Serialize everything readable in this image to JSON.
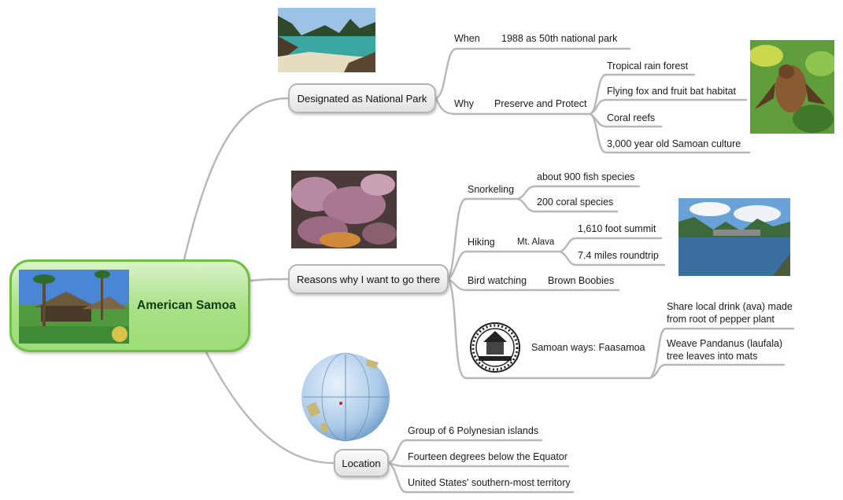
{
  "central": {
    "title": "American Samoa",
    "image": "resort-huts-photo"
  },
  "branches": {
    "park": {
      "label": "Designated as National Park",
      "image": "beach-cove-photo",
      "when_label": "When",
      "when_value": "1988 as 50th national park",
      "why_label": "Why",
      "why_value": "Preserve and Protect",
      "why_items": [
        "Tropical rain forest",
        "Flying fox and fruit bat habitat",
        "Coral reefs",
        "3,000 year old Samoan culture"
      ],
      "side_image": "fruit-bat-photo"
    },
    "reasons": {
      "label": "Reasons why I want to go there",
      "image": "coral-reef-photo",
      "snorkeling_label": "Snorkeling",
      "snorkeling_items": [
        "about 900 fish species",
        "200 coral species"
      ],
      "hiking_label": "Hiking",
      "hiking_sub": "Mt. Alava",
      "hiking_items": [
        "1,610 foot summit",
        "7.4 miles roundtrip"
      ],
      "harbor_image": "harbor-mountains-photo",
      "birds_label": "Bird watching",
      "birds_value": "Brown Boobies",
      "ways_label": "Samoan ways: Faasamoa",
      "ways_image": "american-samoa-seal",
      "ways_items": [
        [
          "Share local drink (ava) made",
          "from root of pepper plant"
        ],
        [
          "Weave Pandanus (laufala)",
          "tree leaves into mats"
        ]
      ]
    },
    "location": {
      "label": "Location",
      "image": "pacific-globe-map",
      "items": [
        "Group of 6 Polynesian islands",
        "Fourteen degrees below the Equator",
        "United States' southern-most territory"
      ]
    }
  },
  "colors": {
    "connector": "#b7b7b7",
    "central_fill": "#a8e185",
    "central_border": "#6fbf43",
    "central_text": "#103c10"
  }
}
